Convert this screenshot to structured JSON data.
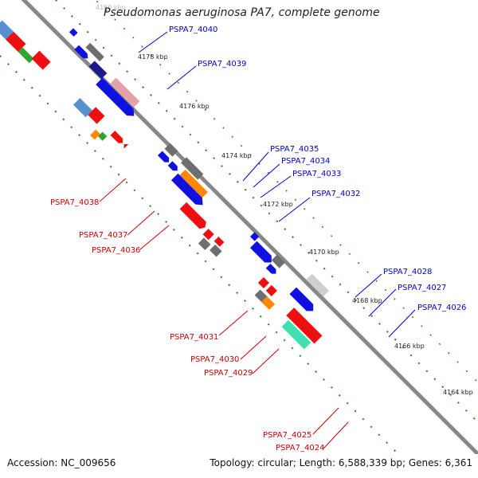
{
  "title": "Pseudomonas aeruginosa PA7, complete genome",
  "footer": {
    "accession": "Accession: NC_009656",
    "topology": "Topology: circular; Length: 6,588,339 bp; Genes: 6,361"
  },
  "colors": {
    "forward_label": "#0000cc",
    "reverse_label": "#cc0000",
    "tick_marks": "#1a8a1a",
    "backbone": "#888888"
  },
  "ticks": [
    "4180 kbp",
    "4178 kbp",
    "4176 kbp",
    "4174 kbp",
    "4172 kbp",
    "4170 kbp",
    "4168 kbp",
    "4166 kbp",
    "4164 kbp"
  ],
  "forward_labels": [
    "PSPA7_4040",
    "PSPA7_4039",
    "PSPA7_4035",
    "PSPA7_4034",
    "PSPA7_4033",
    "PSPA7_4032",
    "PSPA7_4028",
    "PSPA7_4027",
    "PSPA7_4026"
  ],
  "reverse_labels": [
    "PSPA7_4038",
    "PSPA7_4037",
    "PSPA7_4036",
    "PSPA7_4031",
    "PSPA7_4030",
    "PSPA7_4029",
    "PSPA7_4025",
    "PSPA7_4024"
  ]
}
